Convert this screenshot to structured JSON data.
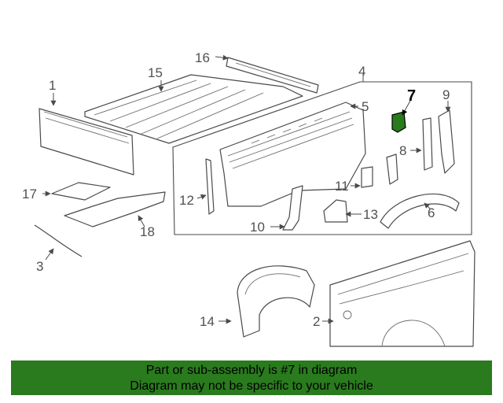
{
  "callouts": {
    "c1": "1",
    "c2": "2",
    "c3": "3",
    "c4": "4",
    "c5": "5",
    "c6": "6",
    "c7": "7",
    "c8": "8",
    "c9": "9",
    "c10": "10",
    "c11": "11",
    "c12": "12",
    "c13": "13",
    "c14": "14",
    "c15": "15",
    "c16": "16",
    "c17": "17",
    "c18": "18"
  },
  "highlight": {
    "part_number": "7",
    "color": "#2a7a1e"
  },
  "banner": {
    "line1": "Part or sub-assembly is #7 in diagram",
    "line2": "Diagram may not be specific to your vehicle",
    "background": "#2a7a1e"
  }
}
